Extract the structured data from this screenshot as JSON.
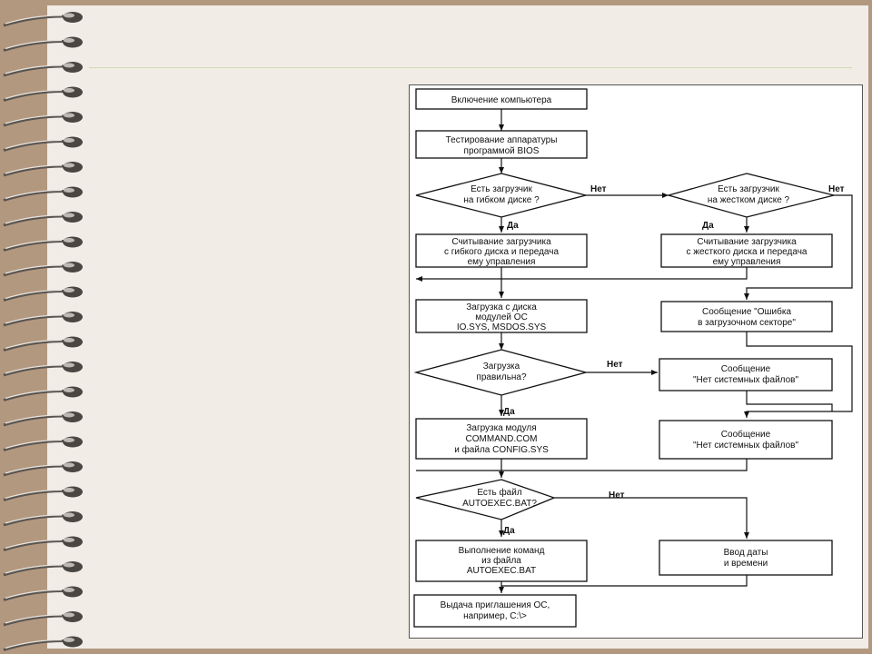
{
  "colors": {
    "slide_bg": "#f1ede6",
    "outer_bg": "#b39880",
    "rule": "#cfd8b4",
    "ink": "#111111"
  },
  "flowchart": {
    "power_on": "Включение компьютера",
    "bios_test": [
      "Тестирование аппаратуры",
      "программой BIOS"
    ],
    "q_floppy": [
      "Есть  загрузчик",
      "на гибком диске ?"
    ],
    "q_hdd": [
      "Есть  загрузчик",
      "на жестком диске ?"
    ],
    "read_floppy": [
      "Считывание загрузчика",
      "с гибкого диска и передача",
      "ему управления"
    ],
    "read_hdd": [
      "Считывание загрузчика",
      "с жесткого диска и передача",
      "ему управления"
    ],
    "load_os": [
      "Загрузка с диска",
      "модулей ОС",
      "IO.SYS, MSDOS.SYS"
    ],
    "msg_boot_error": [
      "Сообщение \"Ошибка",
      "в загрузочном секторе\""
    ],
    "q_load_ok": [
      "Загрузка",
      "правильна?"
    ],
    "msg_no_files_1": [
      "Сообщение",
      "\"Нет системных файлов\""
    ],
    "load_command": [
      "Загрузка  модуля",
      "COMMAND.COM",
      "и файла CONFIG.SYS"
    ],
    "msg_no_files_2": [
      "Сообщение",
      "\"Нет системных файлов\""
    ],
    "q_autoexec": [
      "Есть файл",
      "AUTOEXEC.BAT?"
    ],
    "run_autoexec": [
      "Выполнение команд",
      "из файла",
      "AUTOEXEC.BAT"
    ],
    "enter_date": [
      "Ввод даты",
      "и времени"
    ],
    "prompt": [
      "Выдача приглашения ОС,",
      "например,  C:\\>"
    ],
    "labels": {
      "yes": "Да",
      "no": "Нет",
      "no_load": "Нет"
    }
  }
}
